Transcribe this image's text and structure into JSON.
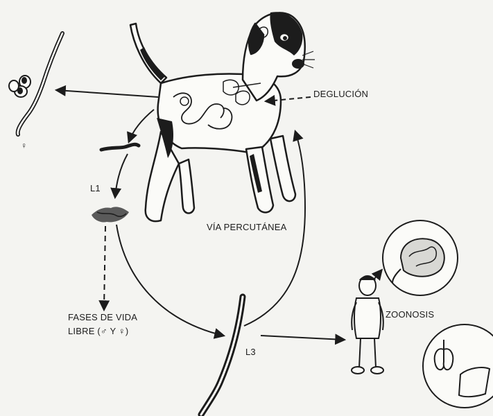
{
  "labels": {
    "female_symbol": "♀",
    "degluticion": "DEGLUCIÓN",
    "l1": "L1",
    "via_percutanea": "VÍA PERCUTÁNEA",
    "fases_line1": "FASES DE VIDA",
    "fases_line2": "LIBRE (♂ Y ♀)",
    "l3": "L3",
    "zoonosis": "ZOONOSIS"
  },
  "colors": {
    "ink": "#1c1c1c",
    "background": "#f4f4f1",
    "fill_white": "#fbfbf8"
  },
  "icons": [
    "dog",
    "adult-female-worm",
    "egg-cluster",
    "rhabditiform-larva",
    "l1-larva",
    "l3-filariform-larva",
    "human-figure",
    "magnified-eye-larva",
    "magnified-lung-liver"
  ]
}
